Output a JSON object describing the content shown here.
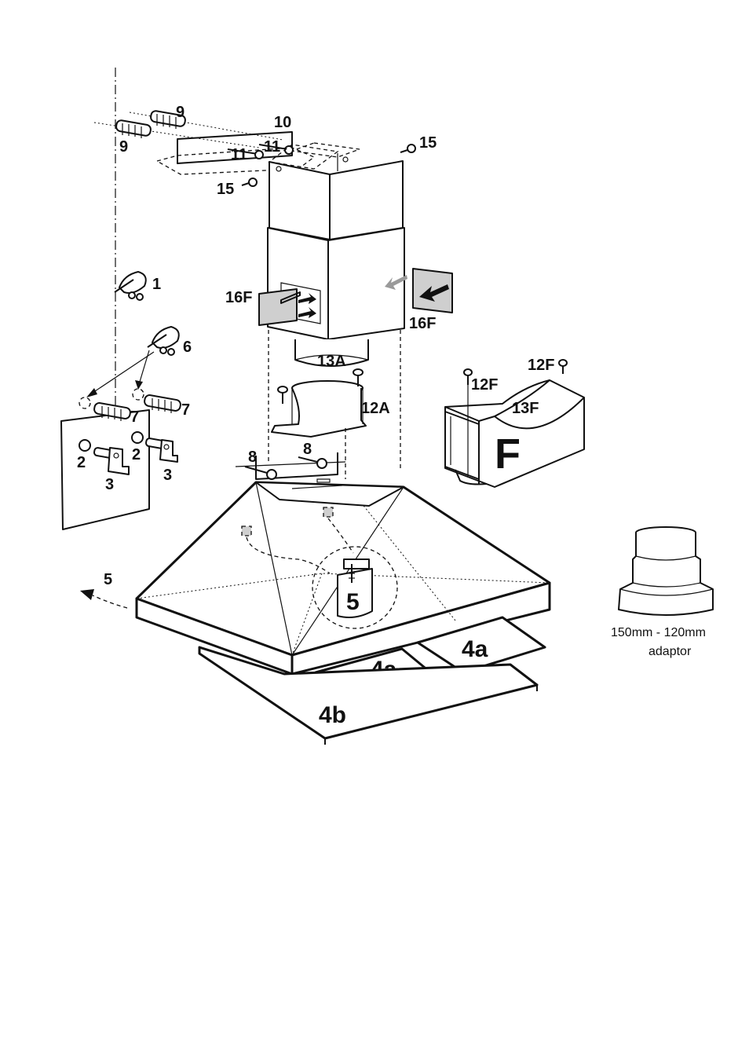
{
  "labels": {
    "wall_plug_top": "9",
    "wall_plug_left": "9",
    "bracket": "10",
    "screw_left": "11",
    "screw_right": "11",
    "screw_top_right": "15",
    "screw_top_left": "15",
    "step_1": "1",
    "step_6": "6",
    "filter_left": "16F",
    "filter_right": "16F",
    "collar": "13A",
    "adapter": "12A",
    "screw_12f_left": "12F",
    "screw_12f_right": "12F",
    "deflector": "13F",
    "deflector_letter": "F",
    "plug_7_left": "7",
    "plug_7_right": "7",
    "washer_left": "2",
    "washer_right": "2",
    "hook_left": "3",
    "hook_right": "3",
    "screw_8_left": "8",
    "screw_8_right": "8",
    "arrow_5": "5",
    "detail_5": "5",
    "filter_4a_right": "4a",
    "filter_4a_left": "4a",
    "panel_4b": "4b"
  },
  "adaptor": {
    "line1": "150mm - 120mm",
    "line2": "adaptor"
  }
}
